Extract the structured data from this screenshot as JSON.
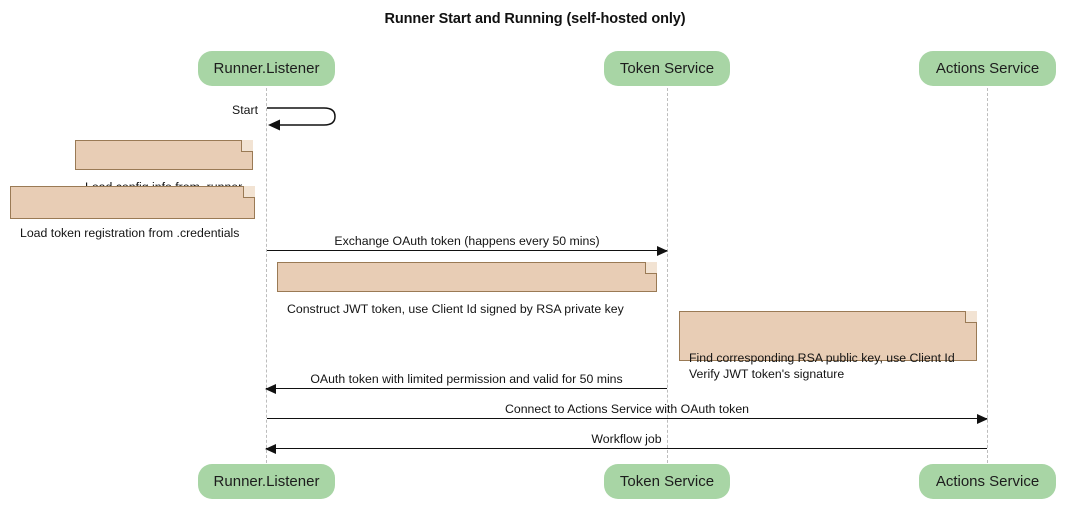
{
  "diagram": {
    "title": "Runner Start and Running (self-hosted only)",
    "type": "sequence-diagram",
    "colors": {
      "participant_fill": "#a8d5a5",
      "note_fill": "#e8cdb5",
      "note_border": "#9a7a55",
      "lifeline": "#bdbdbd",
      "arrow": "#111111",
      "text": "#141414",
      "background": "#ffffff"
    },
    "participants": [
      {
        "id": "runner-listener",
        "label": "Runner.Listener"
      },
      {
        "id": "token-service",
        "label": "Token Service"
      },
      {
        "id": "actions-service",
        "label": "Actions Service"
      }
    ],
    "self_messages": [
      {
        "id": "start",
        "label": "Start",
        "participant": "runner-listener"
      }
    ],
    "notes": [
      {
        "id": "note-load-config",
        "text": "Load config info from .runner"
      },
      {
        "id": "note-load-token",
        "text": "Load token registration from .credentials"
      },
      {
        "id": "note-construct-jwt",
        "text": "Construct JWT token, use Client Id signed by RSA private key"
      },
      {
        "id": "note-verify-jwt",
        "text": "Find corresponding RSA public key, use Client Id\nVerify JWT token's signature"
      }
    ],
    "messages": [
      {
        "id": "exchange-oauth-token",
        "label": "Exchange OAuth token (happens every 50 mins)",
        "from": "runner-listener",
        "to": "token-service",
        "direction": "right"
      },
      {
        "id": "oauth-token-response",
        "label": "OAuth token with limited permission and valid for 50 mins",
        "from": "token-service",
        "to": "runner-listener",
        "direction": "left"
      },
      {
        "id": "connect-actions-service",
        "label": "Connect to Actions Service with OAuth token",
        "from": "runner-listener",
        "to": "actions-service",
        "direction": "right"
      },
      {
        "id": "workflow-job",
        "label": "Workflow job",
        "from": "actions-service",
        "to": "runner-listener",
        "direction": "left"
      }
    ]
  }
}
